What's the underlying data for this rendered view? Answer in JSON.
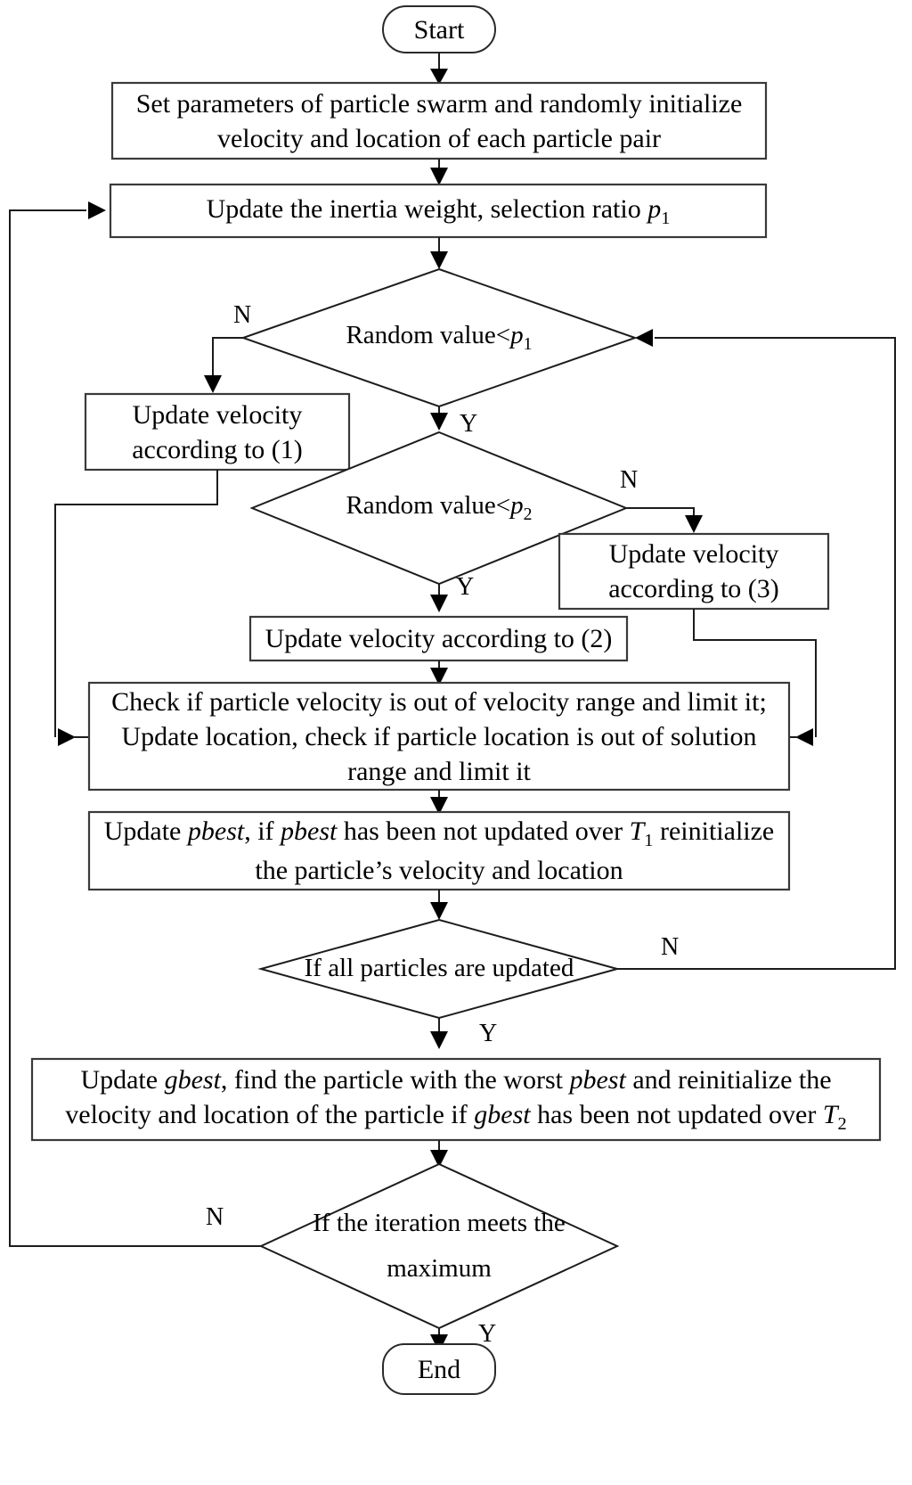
{
  "diagram": {
    "title": "Particle swarm optimization algorithm flowchart",
    "type": "flowchart",
    "background_color": "#ffffff",
    "line_color": "#1c1c1c",
    "text_color": "#000000"
  },
  "nodes": {
    "start": {
      "label": "Start",
      "shape": "terminal"
    },
    "init": {
      "label": "Set parameters of particle swarm and randomly initialize velocity and location of each particle pair",
      "shape": "process"
    },
    "update_inertia": {
      "label": "Update the inertia weight, selection ratio p₁",
      "shape": "process"
    },
    "decision_p1": {
      "label": "Random value<p₁",
      "shape": "decision"
    },
    "update_velocity_1": {
      "label": "Update velocity according to (1)",
      "shape": "process"
    },
    "decision_p2": {
      "label": "Random value<p₂",
      "shape": "decision"
    },
    "update_velocity_3": {
      "label": "Update velocity according to (3)",
      "shape": "process"
    },
    "update_velocity_2": {
      "label": "Update velocity according to (2)",
      "shape": "process"
    },
    "check_limit": {
      "label": "Check if particle velocity is out of velocity range and limit it; Update location, check if particle location is out of solution range and limit it",
      "shape": "process"
    },
    "update_pbest": {
      "label": "Update pbest, if pbest has been not updated over T₁ reinitialize the particle’s velocity and location",
      "shape": "process"
    },
    "decision_all_particles": {
      "label": "If all particles are updated",
      "shape": "decision"
    },
    "update_gbest": {
      "label": "Update gbest, find the particle with the worst pbest and reinitialize the velocity and location of the particle if gbest has been not updated over T₂",
      "shape": "process"
    },
    "decision_iteration": {
      "label": "If the iteration meets the maximum",
      "shape": "decision"
    },
    "end": {
      "label": "End",
      "shape": "terminal"
    }
  },
  "edge_labels": {
    "p1_no": "N",
    "p1_yes": "Y",
    "p2_no": "N",
    "p2_yes": "Y",
    "all_particles_no": "N",
    "all_particles_yes": "Y",
    "iteration_no": "N",
    "iteration_yes": "Y"
  }
}
